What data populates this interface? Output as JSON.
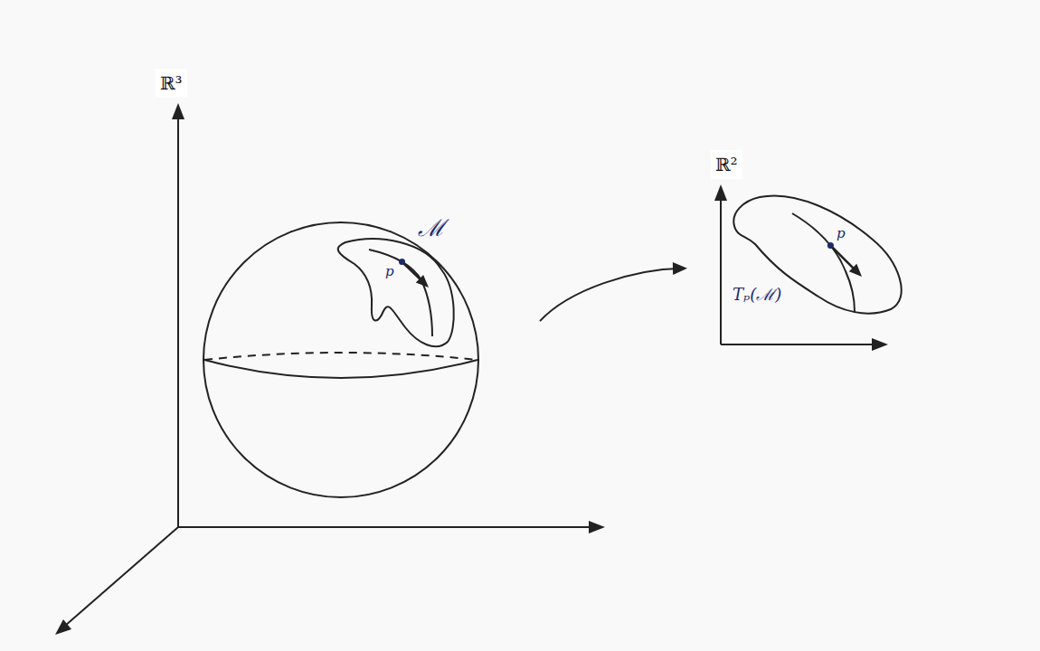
{
  "diagram": {
    "nodes": [
      {
        "text": [
          "ℳ",
          "p"
        ]
      },
      {
        "text": [
          "p",
          "Tₚ(ℳ)"
        ]
      }
    ],
    "edges": [
      {
        "from": 0,
        "to": 1,
        "arrow": "to"
      }
    ],
    "labels": [
      "ℝ³",
      "ℝ²"
    ]
  }
}
